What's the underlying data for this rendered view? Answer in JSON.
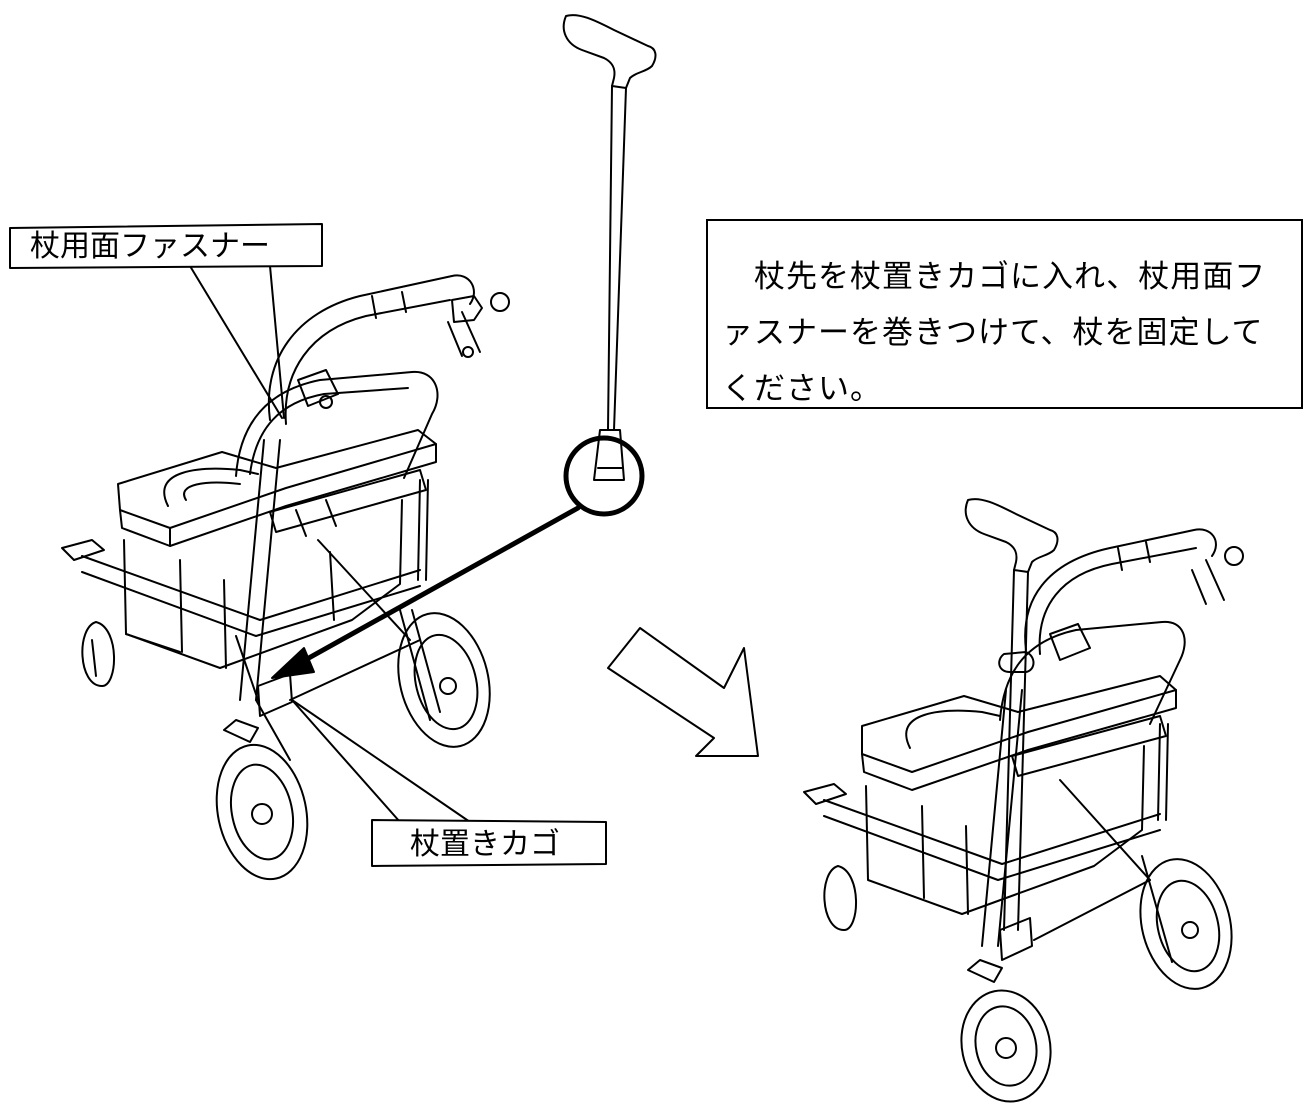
{
  "callouts": {
    "velcro": "杖用面ファスナー",
    "basket": "杖置きカゴ"
  },
  "instruction": {
    "lines": [
      "　杖先を杖置きカゴに入れ、杖用面フ",
      "ァスナーを巻きつけて、杖を固定して",
      "ください。"
    ]
  }
}
